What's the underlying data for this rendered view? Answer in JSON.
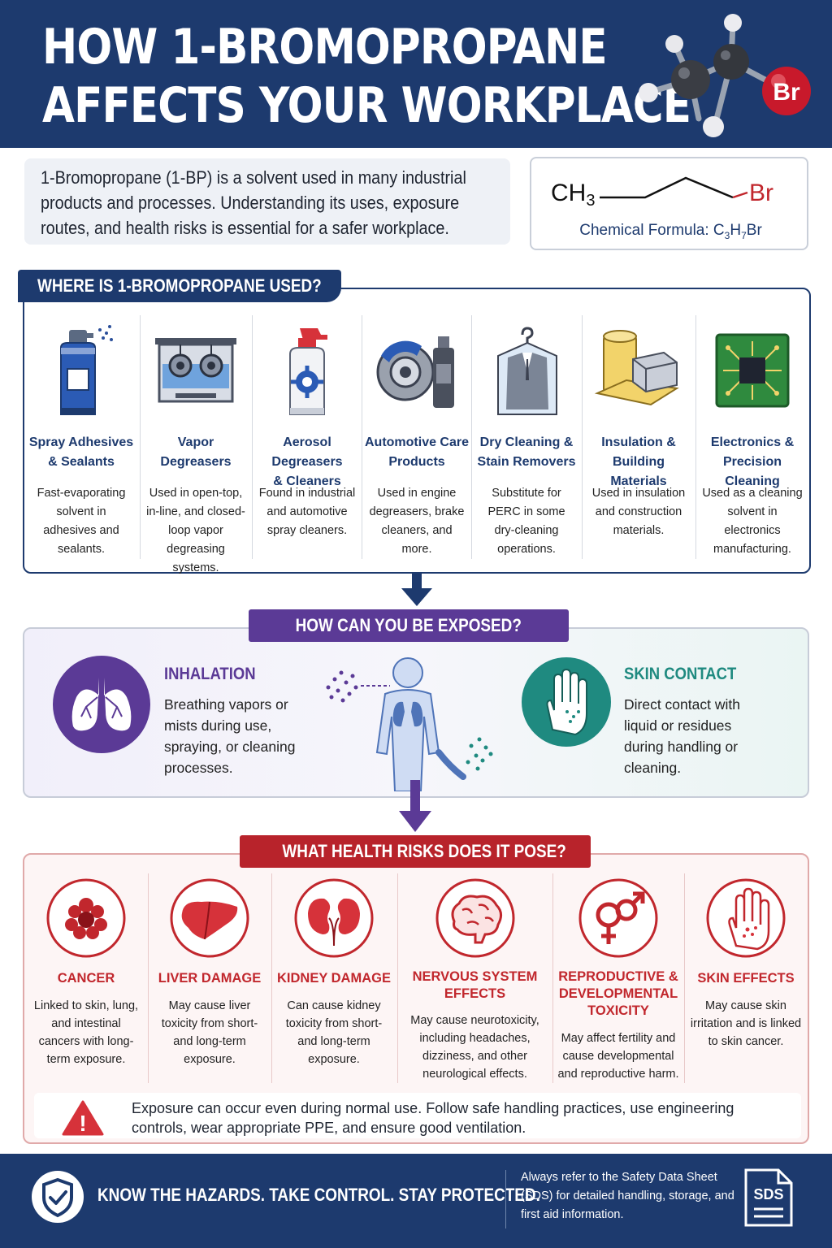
{
  "header": {
    "title_line1": "HOW 1-BROMOPROPANE",
    "title_line2": "AFFECTS YOUR WORKPLACE",
    "molecule_atom": "Br"
  },
  "intro": {
    "text": "1-Bromopropane (1-BP) is a solvent used in many industrial products and processes. Understanding its uses, exposure routes, and health risks is essential for a safer workplace."
  },
  "formula": {
    "left_group": "CH",
    "left_sub": "3",
    "right_group": "Br",
    "caption_prefix": "Chemical Formula: C",
    "sub1": "3",
    "mid": "H",
    "sub2": "7",
    "suffix": "Br"
  },
  "uses": {
    "tab": "WHERE IS 1-BROMOPROPANE USED?",
    "items": [
      {
        "title1": "Spray Adhesives",
        "title2": "& Sealants",
        "desc": "Fast-evaporating solvent in adhesives and sealants."
      },
      {
        "title1": "Vapor Degreasers",
        "title2": "",
        "desc": "Used in open-top, in-line, and closed-loop vapor degreasing systems."
      },
      {
        "title1": "Aerosol Degreasers",
        "title2": "& Cleaners",
        "desc": "Found in industrial and automotive spray cleaners."
      },
      {
        "title1": "Automotive Care",
        "title2": "Products",
        "desc": "Used in engine degreasers, brake cleaners, and more."
      },
      {
        "title1": "Dry Cleaning &",
        "title2": "Stain Removers",
        "desc": "Substitute for PERC in some dry-cleaning operations."
      },
      {
        "title1": "Insulation &",
        "title2": "Building Materials",
        "desc": "Used in insulation and construction materials."
      },
      {
        "title1": "Electronics &",
        "title2": "Precision Cleaning",
        "desc": "Used as a cleaning solvent in electronics manufacturing."
      }
    ]
  },
  "exposure": {
    "tab": "HOW CAN YOU BE EXPOSED?",
    "inhalation": {
      "title": "INHALATION",
      "desc": "Breathing vapors or mists during use, spraying, or cleaning processes."
    },
    "skin": {
      "title": "SKIN CONTACT",
      "desc": "Direct contact with liquid or residues during handling or cleaning."
    }
  },
  "risks": {
    "tab": "WHAT HEALTH RISKS DOES IT POSE?",
    "items": [
      {
        "title": "CANCER",
        "desc": "Linked to skin, lung, and intestinal cancers with long-term exposure."
      },
      {
        "title": "LIVER DAMAGE",
        "desc": "May cause liver toxicity from short- and long-term exposure."
      },
      {
        "title": "KIDNEY DAMAGE",
        "desc": "Can cause kidney toxicity from short- and long-term exposure."
      },
      {
        "title": "NERVOUS SYSTEM EFFECTS",
        "desc": "May cause neurotoxicity, including headaches, dizziness, and other neurological effects."
      },
      {
        "title": "REPRODUCTIVE & DEVELOPMENTAL TOXICITY",
        "desc": "May affect fertility and cause developmental and reproductive harm."
      },
      {
        "title": "SKIN EFFECTS",
        "desc": "May cause skin irritation and is linked to skin cancer."
      }
    ],
    "warning": "Exposure can occur even during normal use. Follow safe handling practices, use engineering controls, wear appropriate PPE, and ensure good ventilation.",
    "warning_mark": "!"
  },
  "footer": {
    "slogan": "KNOW THE HAZARDS. TAKE CONTROL. STAY PROTECTED.",
    "note": "Always refer to the Safety Data Sheet (SDS) for detailed handling, storage, and first aid information.",
    "sds_label": "SDS"
  },
  "colors": {
    "navy": "#1d3a6e",
    "purple": "#5b3a96",
    "teal": "#1f8a80",
    "red": "#c1272d"
  }
}
